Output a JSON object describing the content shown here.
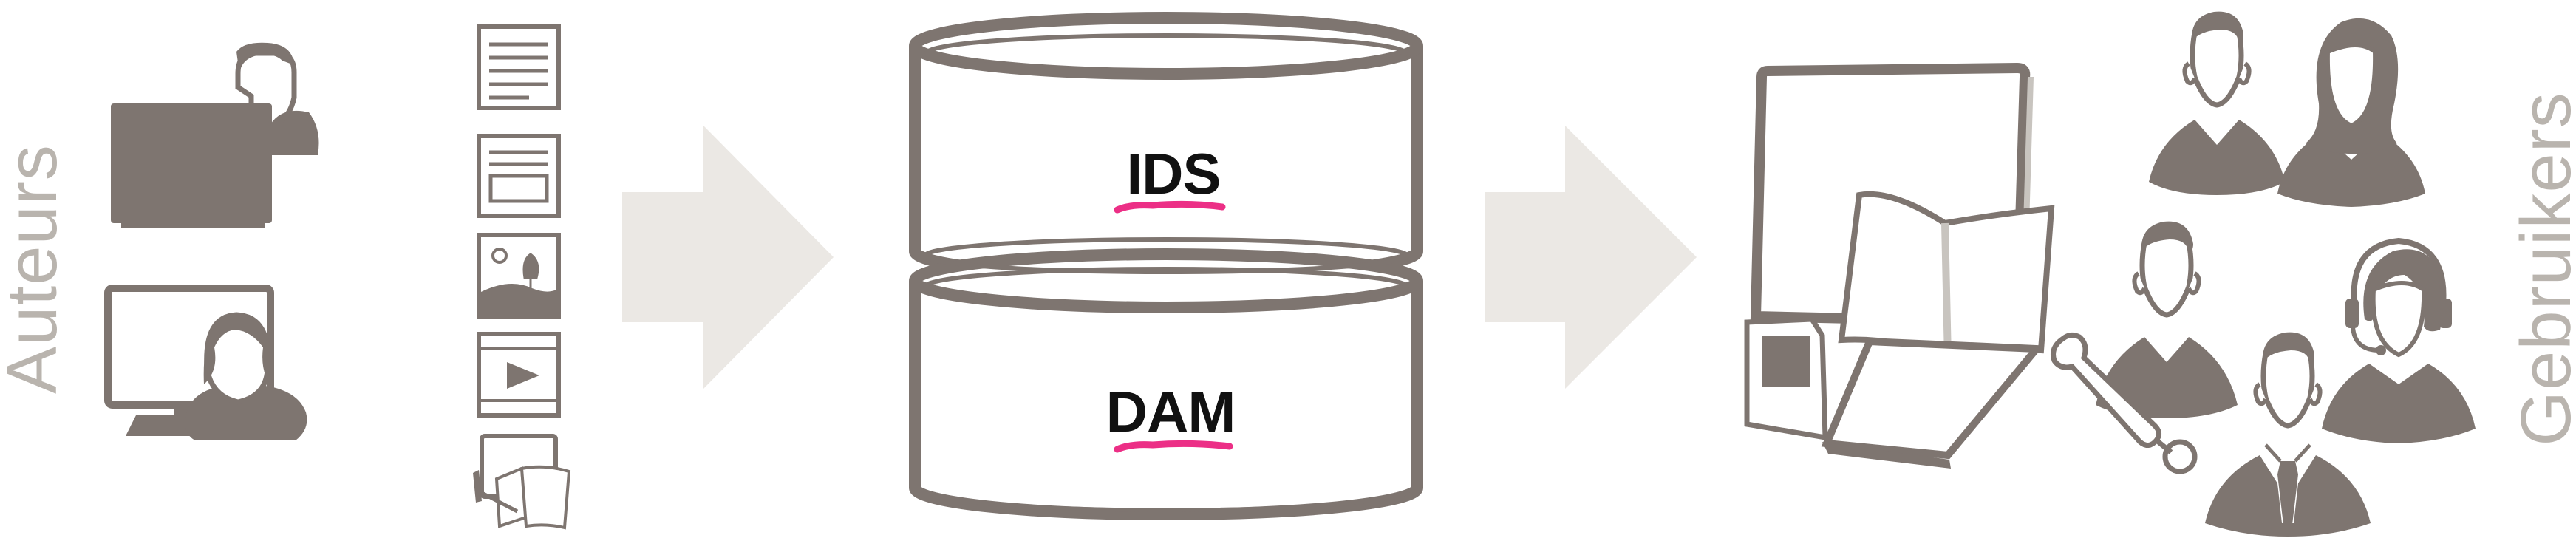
{
  "labels": {
    "authors": "Auteurs",
    "users": "Gebruikers"
  },
  "database": {
    "top_label": "IDS",
    "bottom_label": "DAM"
  },
  "content_types": [
    "text-document-icon",
    "layout-document-icon",
    "image-document-icon",
    "video-document-icon",
    "publication-icon"
  ],
  "colors": {
    "icon": "#7e7570",
    "arrow": "#ebe8e4",
    "label": "#b9b4ae",
    "underline": "#ec2f86"
  }
}
